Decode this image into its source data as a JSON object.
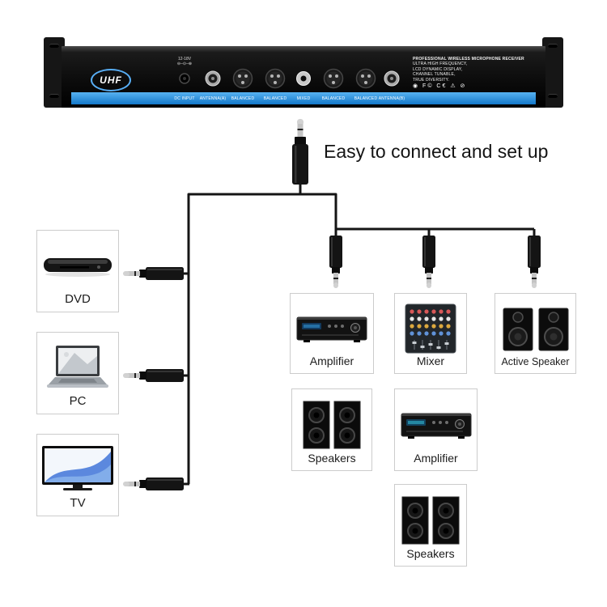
{
  "title": "Easy to connect and set up",
  "receiver": {
    "brand": "UHF",
    "power_label": "12-18V",
    "polarity_label": "⊖–⊙–⊕",
    "features": [
      "PROFESSIONAL WIRELESS MICROPHONE RECEIVER",
      "ULTRA HIGH FREQUENCY,",
      "LCD DYNAMIC DISPLAY,",
      "CHANNEL TUNABLE,",
      "TRUE DIVERSITY."
    ],
    "certifications": "◉ F© C€ ⚠ ⊘",
    "port_labels": [
      "DC INPUT",
      "ANTENNA(A)",
      "BALANCED",
      "BALANCED",
      "MIXED",
      "BALANCED",
      "BALANCED",
      "ANTENNA(B)"
    ]
  },
  "sources": [
    {
      "label": "DVD"
    },
    {
      "label": "PC"
    },
    {
      "label": "TV"
    }
  ],
  "outputs": [
    {
      "label": "Amplifier"
    },
    {
      "label": "Mixer"
    },
    {
      "label": "Active Speaker"
    },
    {
      "label": "Speakers"
    },
    {
      "label": "Amplifier"
    },
    {
      "label": "Speakers"
    }
  ],
  "colors": {
    "accent_blue": "#2b8fe3",
    "cable_black": "#151515"
  }
}
